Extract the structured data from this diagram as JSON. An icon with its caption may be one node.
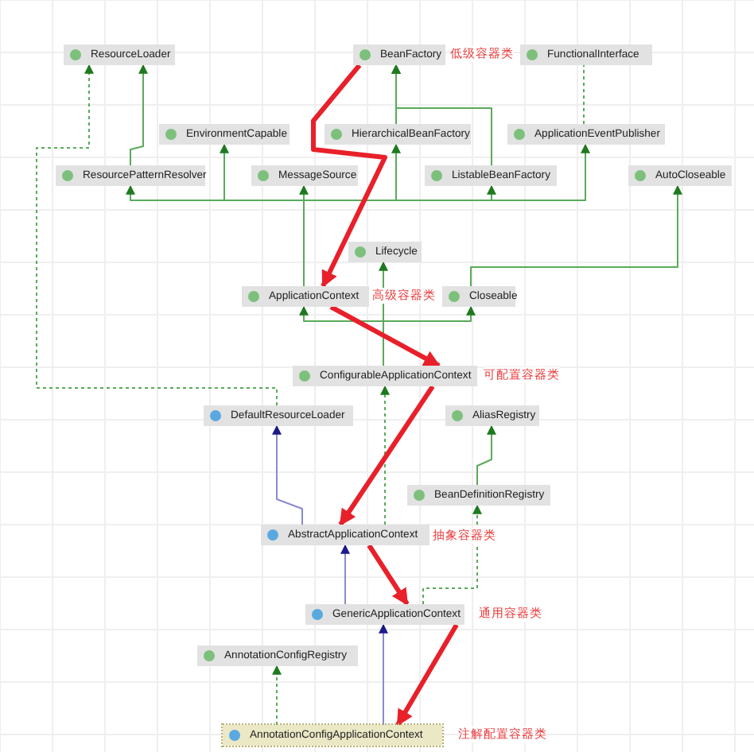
{
  "diagram": {
    "nodes": [
      {
        "text": [
          "ResourceLoader"
        ]
      },
      {
        "text": [
          "BeanFactory"
        ],
        "beside": [
          "低级容器类"
        ]
      },
      {
        "text": [
          "FunctionalInterface"
        ]
      },
      {
        "text": [
          "EnvironmentCapable"
        ]
      },
      {
        "text": [
          "HierarchicalBeanFactory"
        ]
      },
      {
        "text": [
          "ApplicationEventPublisher"
        ]
      },
      {
        "text": [
          "ResourcePatternResolver"
        ]
      },
      {
        "text": [
          "MessageSource"
        ]
      },
      {
        "text": [
          "ListableBeanFactory"
        ]
      },
      {
        "text": [
          "AutoCloseable"
        ]
      },
      {
        "text": [
          "Lifecycle"
        ]
      },
      {
        "text": [
          "ApplicationContext"
        ],
        "beside": [
          "高级容器类"
        ]
      },
      {
        "text": [
          "Closeable"
        ]
      },
      {
        "text": [
          "ConfigurableApplicationContext"
        ],
        "beside": [
          "可配置容器类"
        ]
      },
      {
        "text": [
          "DefaultResourceLoader"
        ]
      },
      {
        "text": [
          "AliasRegistry"
        ]
      },
      {
        "text": [
          "BeanDefinitionRegistry"
        ]
      },
      {
        "text": [
          "AbstractApplicationContext"
        ],
        "beside": [
          "抽象容器类"
        ]
      },
      {
        "text": [
          "GenericApplicationContext"
        ],
        "beside": [
          "通用容器类"
        ]
      },
      {
        "text": [
          "AnnotationConfigRegistry"
        ]
      },
      {
        "text": [
          "AnnotationConfigApplicationContext"
        ],
        "beside": [
          "注解配置容器类"
        ]
      }
    ],
    "edges": [
      {
        "from": 1,
        "to": 11,
        "arrow": "to",
        "style": "thick",
        "color": "#e8202a"
      },
      {
        "from": 11,
        "to": 13,
        "arrow": "to",
        "style": "thick",
        "color": "#e8202a"
      },
      {
        "from": 13,
        "to": 17,
        "arrow": "to",
        "style": "thick",
        "color": "#e8202a"
      },
      {
        "from": 17,
        "to": 18,
        "arrow": "to",
        "style": "thick",
        "color": "#e8202a"
      },
      {
        "from": 18,
        "to": 20,
        "arrow": "to",
        "style": "thick",
        "color": "#e8202a"
      },
      {
        "from": 6,
        "to": 0,
        "arrow": "to"
      },
      {
        "from": 11,
        "to": 6,
        "arrow": "to"
      },
      {
        "from": 11,
        "to": 3,
        "arrow": "to"
      },
      {
        "from": 11,
        "to": 7,
        "arrow": "to"
      },
      {
        "from": 11,
        "to": 4,
        "arrow": "to"
      },
      {
        "from": 11,
        "to": 8,
        "arrow": "to"
      },
      {
        "from": 11,
        "to": 5,
        "arrow": "to"
      },
      {
        "from": 4,
        "to": 1,
        "arrow": "to"
      },
      {
        "from": 8,
        "to": 1,
        "arrow": "to"
      },
      {
        "from": 5,
        "to": 2,
        "arrow": "none",
        "style": "dashed"
      },
      {
        "from": 12,
        "to": 9,
        "arrow": "to"
      },
      {
        "from": 13,
        "to": 11,
        "arrow": "to"
      },
      {
        "from": 13,
        "to": 10,
        "arrow": "to"
      },
      {
        "from": 13,
        "to": 12,
        "arrow": "to"
      },
      {
        "from": 14,
        "to": 0,
        "arrow": "to",
        "style": "dashed"
      },
      {
        "from": 17,
        "to": 14,
        "arrow": "to",
        "color": "#8a8ad0"
      },
      {
        "from": 17,
        "to": 13,
        "arrow": "to",
        "style": "dashed"
      },
      {
        "from": 16,
        "to": 15,
        "arrow": "to"
      },
      {
        "from": 18,
        "to": 17,
        "arrow": "to",
        "color": "#8a8ad0"
      },
      {
        "from": 18,
        "to": 16,
        "arrow": "to",
        "style": "dashed"
      },
      {
        "from": 20,
        "to": 18,
        "arrow": "to",
        "color": "#8a8ad0"
      },
      {
        "from": 20,
        "to": 19,
        "arrow": "to",
        "style": "dashed"
      }
    ]
  }
}
